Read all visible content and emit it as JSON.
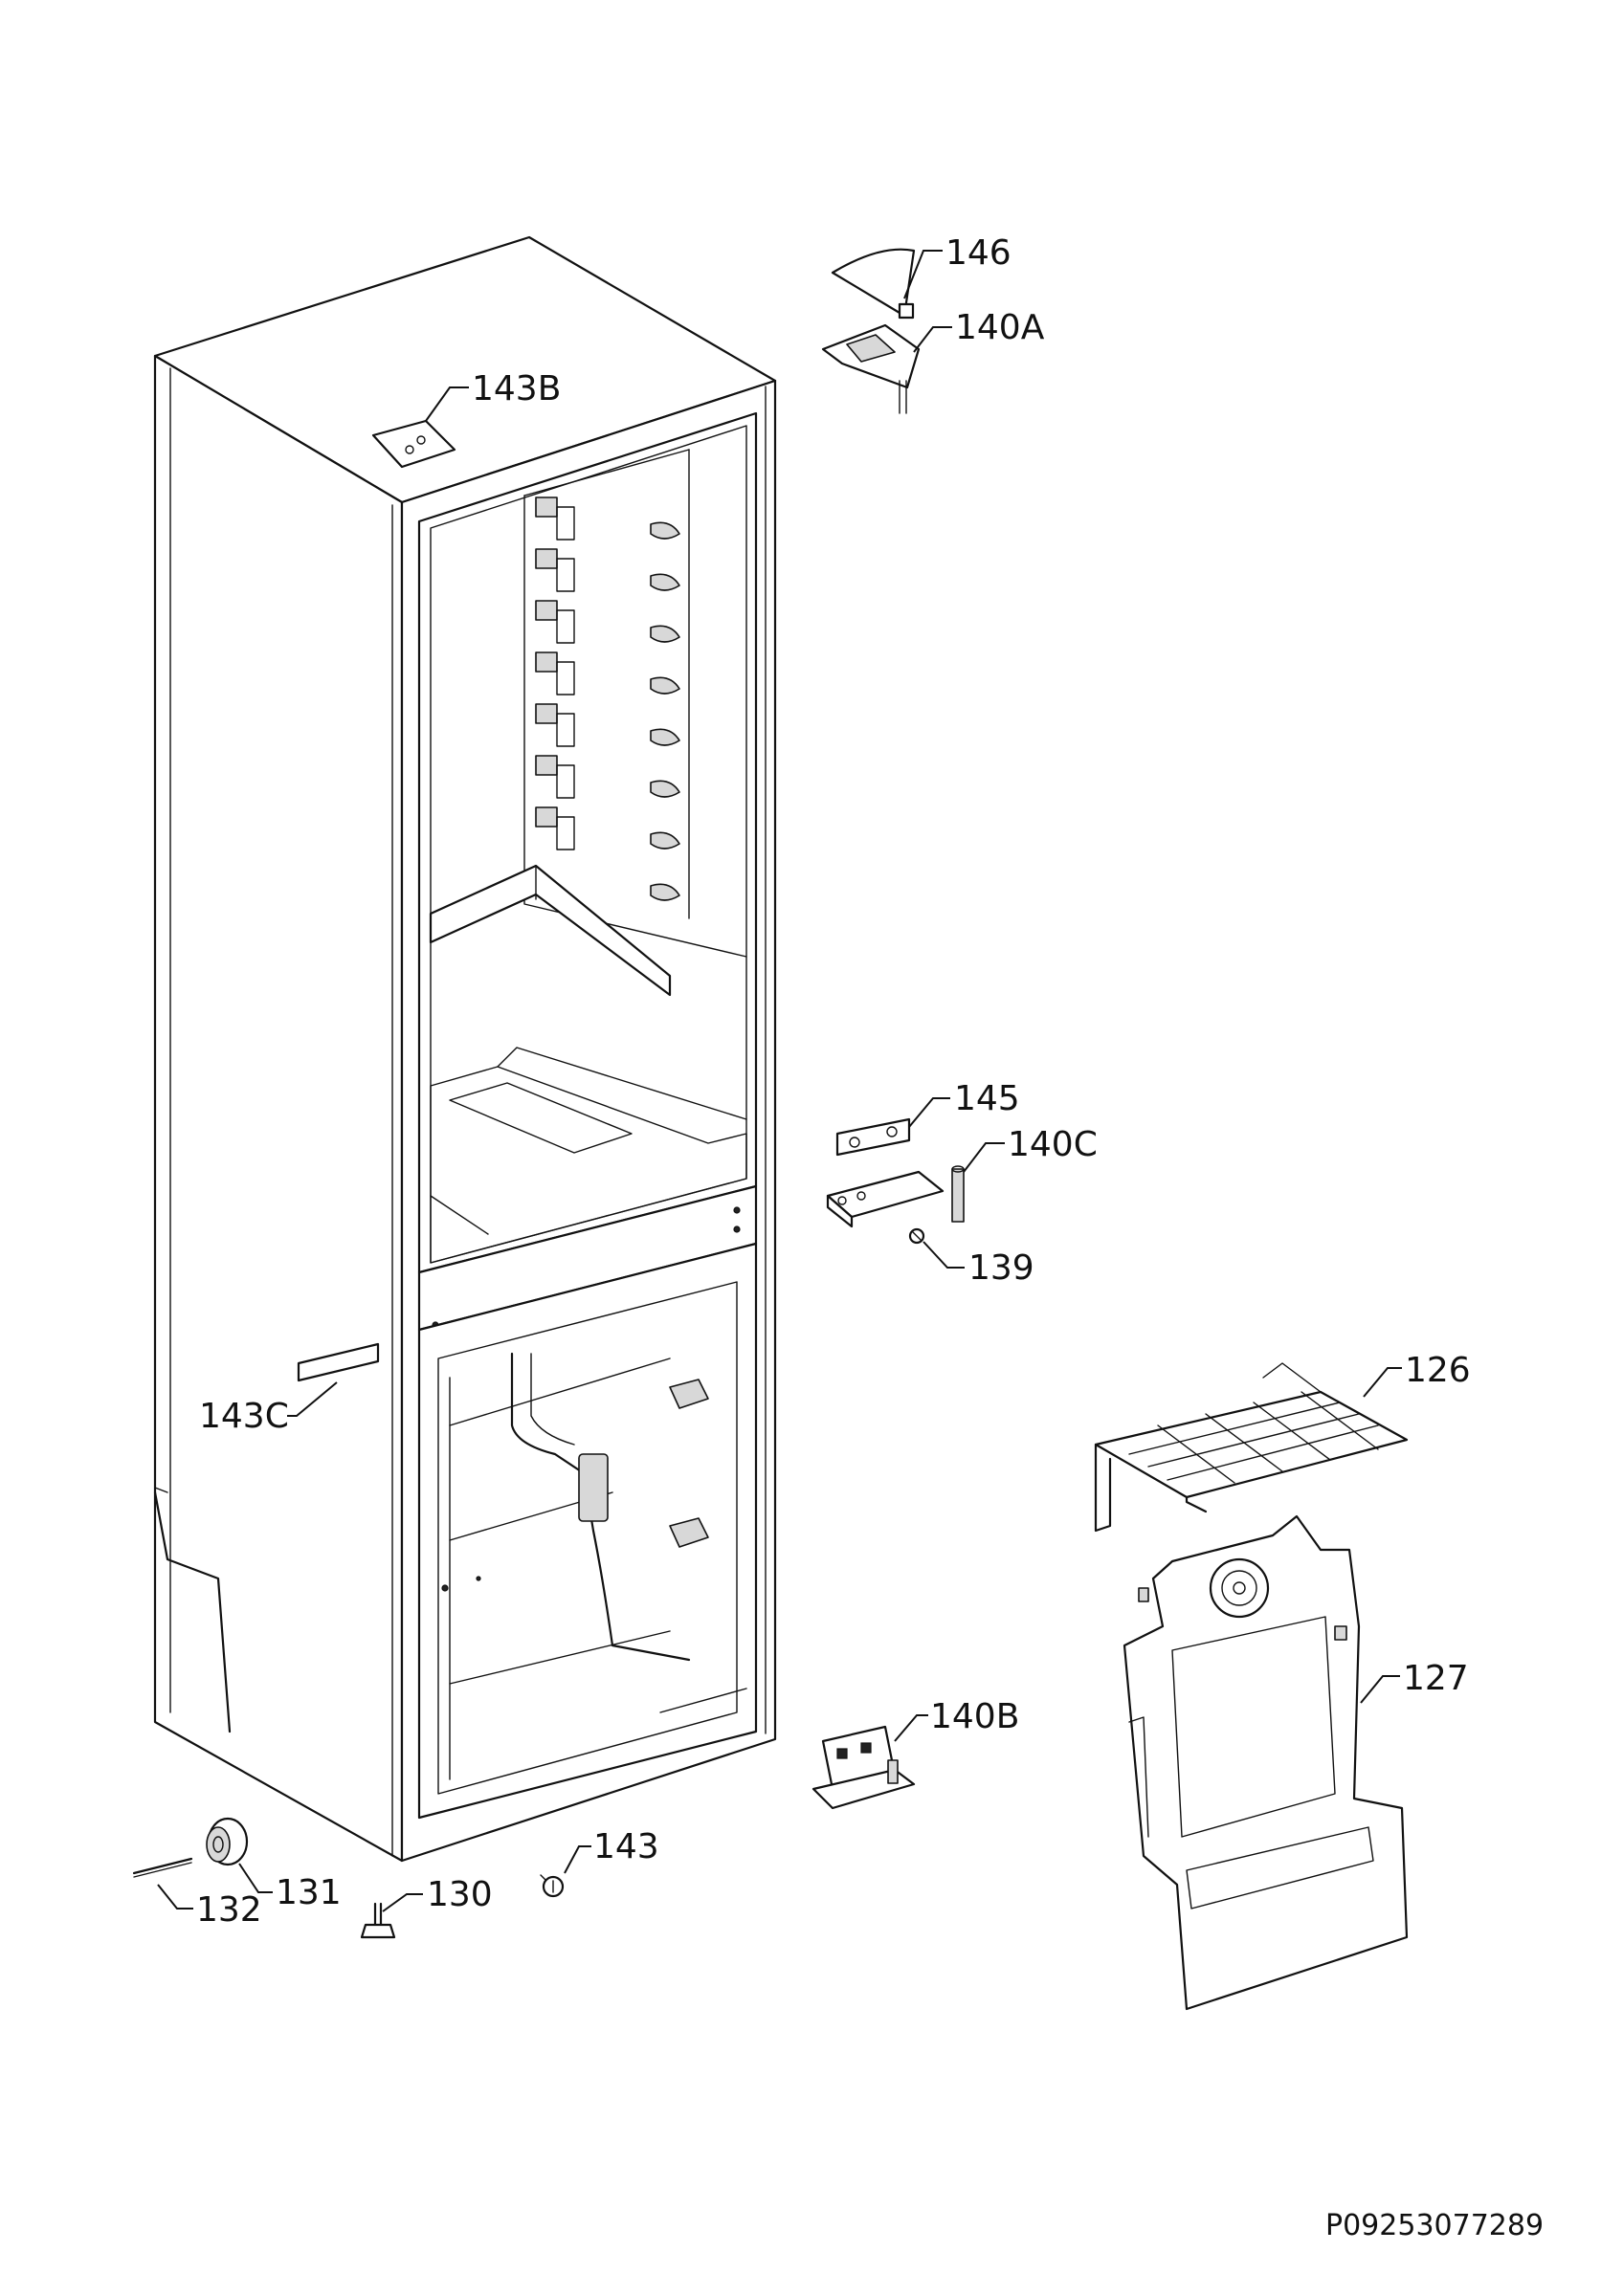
{
  "parts": [
    {
      "id": "p146",
      "label": "146"
    },
    {
      "id": "p140a",
      "label": "140A"
    },
    {
      "id": "p143b",
      "label": "143B"
    },
    {
      "id": "p145",
      "label": "145"
    },
    {
      "id": "p140c",
      "label": "140C"
    },
    {
      "id": "p139",
      "label": "139"
    },
    {
      "id": "p126",
      "label": "126"
    },
    {
      "id": "p143c",
      "label": "143C"
    },
    {
      "id": "p127",
      "label": "127"
    },
    {
      "id": "p140b",
      "label": "140B"
    },
    {
      "id": "p143",
      "label": "143"
    },
    {
      "id": "p131",
      "label": "131"
    },
    {
      "id": "p132",
      "label": "132"
    },
    {
      "id": "p130",
      "label": "130"
    }
  ],
  "document_ref": "P09253077289",
  "colors": {
    "line": "#111111",
    "background": "#ffffff"
  }
}
